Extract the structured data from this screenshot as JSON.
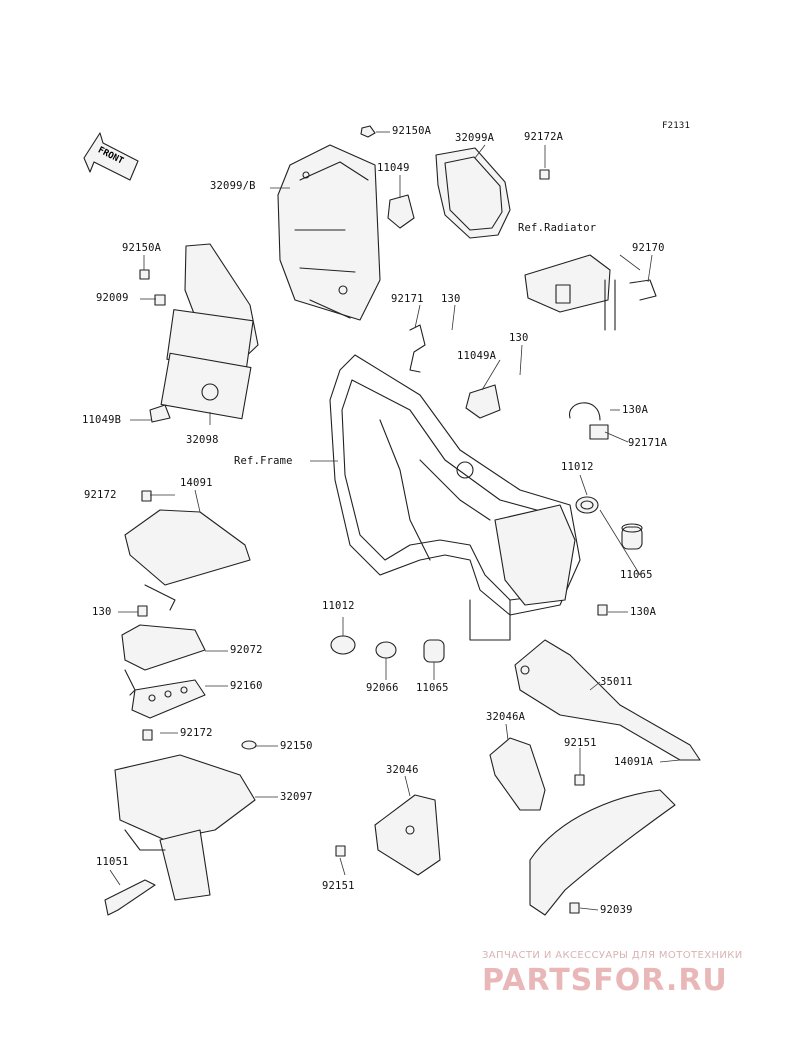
{
  "diagram": {
    "figure_code": "F2131",
    "front_arrow_text": "FRONT",
    "references": {
      "radiator": "Ref.Radiator",
      "frame": "Ref.Frame"
    },
    "part_labels": {
      "p92150A_top": "92150A",
      "p32099A": "32099A",
      "p92172A": "92172A",
      "p32099B": "32099/B",
      "p11049": "11049",
      "p92170": "92170",
      "p92150A_left": "92150A",
      "p92009": "92009",
      "p92171": "92171",
      "p130_a": "130",
      "p130_b": "130",
      "p11049A": "11049A",
      "p11049B": "11049B",
      "p32098": "32098",
      "p130A_top": "130A",
      "p92171A": "92171A",
      "p11012_right": "11012",
      "p92172_left": "92172",
      "p14091": "14091",
      "p11065_right": "11065",
      "p130_left": "130",
      "p11012_mid": "11012",
      "p130A_mid": "130A",
      "p92072": "92072",
      "p92160": "92160",
      "p92066": "92066",
      "p11065_mid": "11065",
      "p35011": "35011",
      "p32046A": "32046A",
      "p92172_low": "92172",
      "p92150": "92150",
      "p92151_right": "92151",
      "p14091A": "14091A",
      "p32097": "32097",
      "p32046": "32046",
      "p11051": "11051",
      "p92151_left": "92151",
      "p92039": "92039"
    }
  },
  "watermark": {
    "tagline": "ЗАПЧАСТИ И АКСЕССУАРЫ ДЛЯ МОТОТЕХНИКИ",
    "brand": "PARTSFOR.RU",
    "color": "#e9b7b7"
  }
}
